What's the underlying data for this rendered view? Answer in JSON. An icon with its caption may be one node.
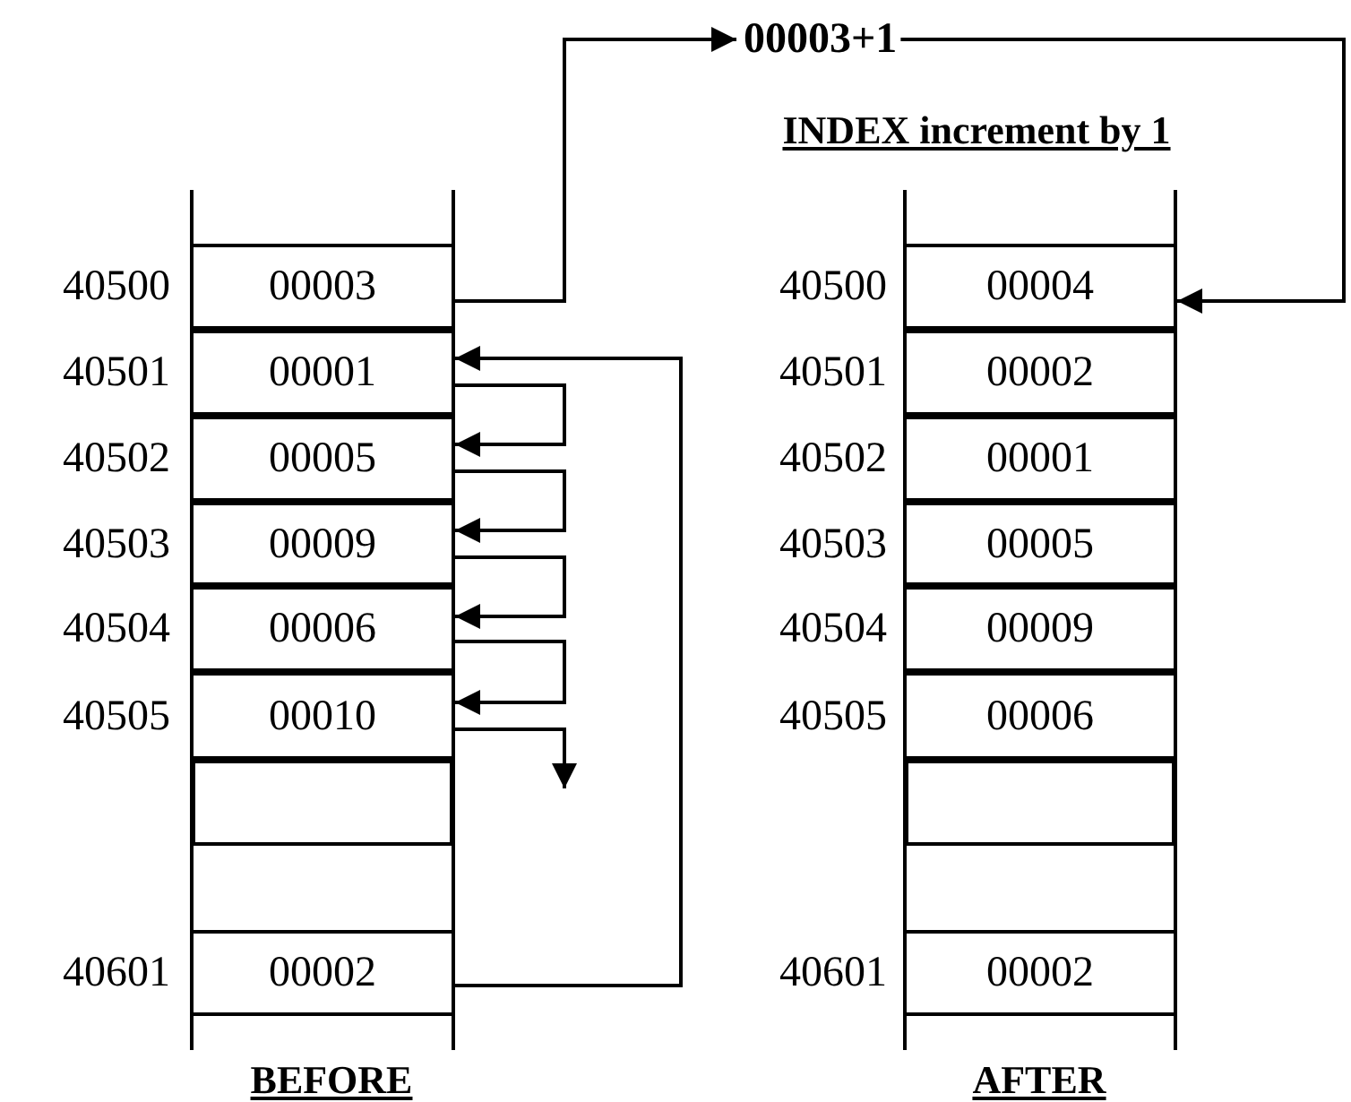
{
  "diagram": {
    "nodes": [
      {
        "text": [
          "00003"
        ],
        "beside": [
          "40500"
        ]
      },
      {
        "text": [
          "00001"
        ],
        "beside": [
          "40501"
        ]
      },
      {
        "text": [
          "00005"
        ],
        "beside": [
          "40502"
        ]
      },
      {
        "text": [
          "00009"
        ],
        "beside": [
          "40503"
        ]
      },
      {
        "text": [
          "00006"
        ],
        "beside": [
          "40504"
        ]
      },
      {
        "text": [
          "00010"
        ],
        "beside": [
          "40505"
        ]
      },
      {
        "text": [],
        "shape": "box"
      },
      {
        "text": [
          "00002"
        ],
        "beside": [
          "40601"
        ]
      },
      {
        "text": [
          "00003+1"
        ]
      },
      {
        "text": [
          "00004"
        ],
        "beside": [
          "40500"
        ]
      },
      {
        "text": [
          "00002"
        ],
        "beside": [
          "40501"
        ]
      },
      {
        "text": [
          "00001"
        ],
        "beside": [
          "40502"
        ]
      },
      {
        "text": [
          "00005"
        ],
        "beside": [
          "40503"
        ]
      },
      {
        "text": [
          "00009"
        ],
        "beside": [
          "40504"
        ]
      },
      {
        "text": [
          "00006"
        ],
        "beside": [
          "40505"
        ]
      },
      {
        "text": [],
        "shape": "box"
      },
      {
        "text": [
          "00002"
        ],
        "beside": [
          "40601"
        ]
      }
    ],
    "edges": [
      {
        "from": 0,
        "to": 8,
        "arrow": "to"
      },
      {
        "from": 8,
        "to": 9,
        "arrow": "to"
      },
      {
        "from": 1,
        "to": 2,
        "arrow": "to"
      },
      {
        "from": 2,
        "to": 3,
        "arrow": "to"
      },
      {
        "from": 3,
        "to": 4,
        "arrow": "to"
      },
      {
        "from": 4,
        "to": 5,
        "arrow": "to"
      },
      {
        "from": 5,
        "to": null,
        "arrow": "to"
      },
      {
        "from": 7,
        "to": 1,
        "arrow": "to"
      }
    ],
    "labels": [
      "INDEX increment by 1",
      "BEFORE",
      "AFTER"
    ]
  }
}
